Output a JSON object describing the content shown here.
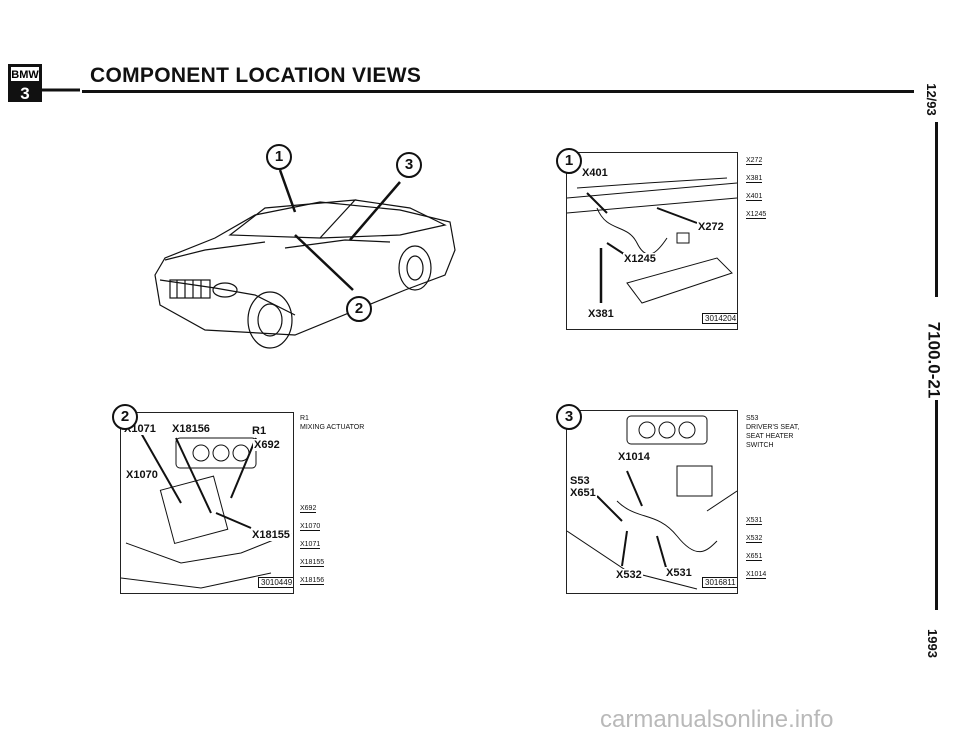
{
  "header": {
    "logo_top": "BMW",
    "logo_bottom": "3",
    "title": "COMPONENT LOCATION VIEWS"
  },
  "margin": {
    "date": "12/93",
    "page": "7100.0-21",
    "year": "1993"
  },
  "car": {
    "callouts": [
      "1",
      "3",
      "2"
    ]
  },
  "view1": {
    "number": "1",
    "tags": [
      "X401",
      "X272",
      "X1245",
      "X381"
    ],
    "ref": "3014204",
    "legend": [
      "X272",
      "X381",
      "X401",
      "X1245"
    ]
  },
  "view2": {
    "number": "2",
    "tags": [
      "X1071",
      "X18156",
      "R1",
      "X692",
      "X1070",
      "X18155"
    ],
    "ref": "3010449",
    "desc_code": "R1",
    "desc_text": "MIXING ACTUATOR",
    "legend": [
      "X692",
      "X1070",
      "X1071",
      "X18155",
      "X18156"
    ]
  },
  "view3": {
    "number": "3",
    "tags": [
      "X1014",
      "S53",
      "X651",
      "X532",
      "X531"
    ],
    "ref": "3016811",
    "desc_code": "S53",
    "desc_text": [
      "DRIVER'S SEAT,",
      "SEAT HEATER",
      "SWITCH"
    ],
    "legend": [
      "X531",
      "X532",
      "X651",
      "X1014"
    ]
  },
  "watermark": "carmanualsonline.info",
  "colors": {
    "ink": "#111111",
    "paper": "#ffffff",
    "watermark": "#b9b9b9"
  }
}
